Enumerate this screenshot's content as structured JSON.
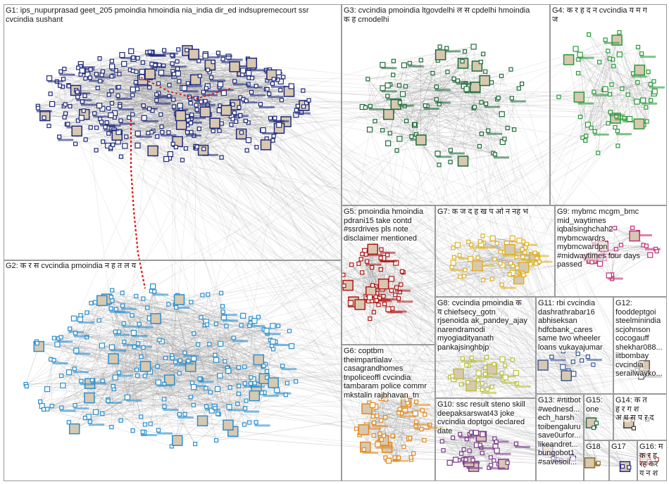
{
  "graph": {
    "edge_color": "#8c8c8c",
    "groups": [
      {
        "id": "G1",
        "label": "G1: ips_nupurprasad geet_205 pmoindia hmoindia nia_india dir_ed indsupremecourt ssr\ncvcindia sushant",
        "node_color": "#1f2a7a"
      },
      {
        "id": "G2",
        "label": "G2: क र स cvcindia pmoindia न ह त ल य",
        "node_color": "#2a8fd0"
      },
      {
        "id": "G3",
        "label": "G3: cvcindia pmoindia ltgovdelhi ल स cpdelhi hmoindia\nक ह cmodelhi",
        "node_color": "#1e6b3a"
      },
      {
        "id": "G4",
        "label": "G4: क र ह द न cvcindia य म ग\nज",
        "node_color": "#2a9a3a"
      },
      {
        "id": "G5",
        "label": "G5: pmoindia hmoindia\npdrani15 take contd\n#ssrdrives pls note\ndisclaimer mentioned",
        "node_color": "#b01818"
      },
      {
        "id": "G6",
        "label": "G6: coptbm\ntheimpartialav\ncasagrandhomes\ntnpoliceoffl cvcindia\ntambaram police commr\nmkstalin rajbhavan_tn",
        "node_color": "#e08a20"
      },
      {
        "id": "G7",
        "label": "G7: क ज द ह ख प ओ न नह भ",
        "node_color": "#e0b020"
      },
      {
        "id": "G8",
        "label": "G8: cvcindia pmoindia क\nय chiefsecy_gotn\nrjsenoida ak_pandey_ajay\nnarendramodi\nmyogiadityanath\npankajsinghbjp",
        "node_color": "#b8c030"
      },
      {
        "id": "G9",
        "label": "G9: mybmc mcgm_bmc\nmid_waytimes\niqbalsinghchah2\nmybmcwardrs\nmybmcwardpn\n#midwaytimes four days\npassed",
        "node_color": "#c0307a"
      },
      {
        "id": "G10",
        "label": "G10: ssc result steno skill\ndeepaksarswat43 joke\ncvcindia doptgoi declared\ndate",
        "node_color": "#7a3a8a"
      },
      {
        "id": "G11",
        "label": "G11: rbi cvcindia\ndashrathrabar16\nabhiseksan\nhdfcbank_cares\nsame two wheeler\nloans vukayajumar",
        "node_color": "#3a5a9a"
      },
      {
        "id": "G12",
        "label": "G12:\nfooddeptgoi\nsteelminindia\nscjohnson\ncocogauff\nshekhar088...\niitbombay\ncvcindia\nserailwayko...",
        "node_color": "#5a5a5a"
      },
      {
        "id": "G13",
        "label": "G13: #rtitbot\n#wednesd...\nech_harsh\ntoibengaluru\nsave0urfor...\nlikeandret...\nbungobot1\n#savesoil...",
        "node_color": "#5a3a9a"
      },
      {
        "id": "G14",
        "label": "G14: क त\nह र ग श\nअ ध स प र द",
        "node_color": "#3a3a3a"
      },
      {
        "id": "G15",
        "label": "G15: one",
        "node_color": "#2a6a4a"
      },
      {
        "id": "G16",
        "label": "G16: म\nक र ह\nरह कर\nय न श",
        "node_color": "#c03030"
      },
      {
        "id": "G17",
        "label": "G17",
        "node_color": "#2a2a8a"
      },
      {
        "id": "G18",
        "label": "G18",
        "node_color": "#8a6a2a"
      }
    ]
  }
}
